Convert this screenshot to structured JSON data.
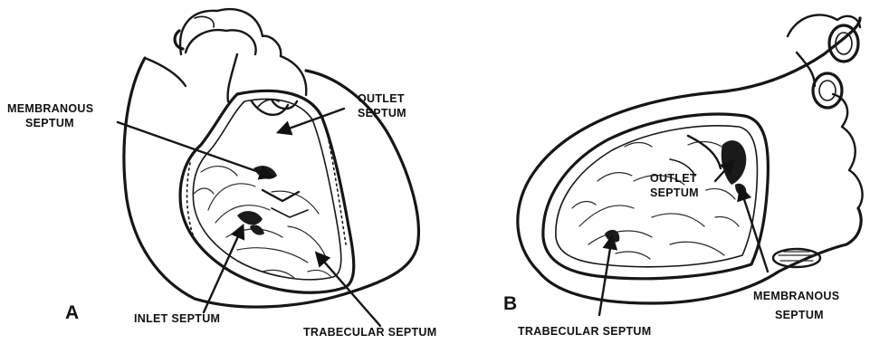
{
  "panel_a": {
    "letter": "A",
    "labels": {
      "membranous_septum_line1": "MEMBRANOUS",
      "membranous_septum_line2": "SEPTUM",
      "outlet_septum_line1": "OUTLET",
      "outlet_septum_line2": "SEPTUM",
      "inlet_septum": "INLET SEPTUM",
      "trabecular_septum": "TRABECULAR SEPTUM"
    }
  },
  "panel_b": {
    "letter": "B",
    "labels": {
      "outlet_septum_line1": "OUTLET",
      "outlet_septum_line2": "SEPTUM",
      "trabecular_septum": "TRABECULAR SEPTUM",
      "membranous_septum_line1": "MEMBRANOUS",
      "membranous_septum_line2": "SEPTUM"
    }
  }
}
